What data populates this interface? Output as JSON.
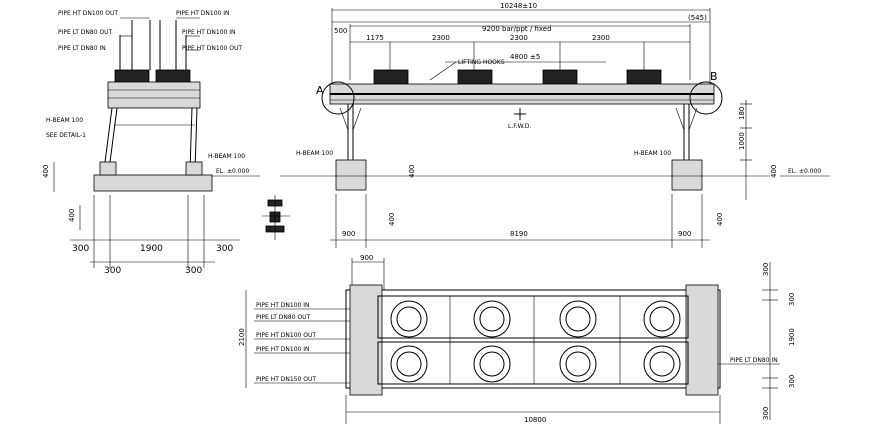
{
  "side_view": {
    "labels": {
      "pipe_ht_dn100_out": "PIPE HT DN100 OUT",
      "pipe_ht_dn100_in": "PIPE HT DN100 IN",
      "pipe_lt_dn80_out": "PIPE LT DN80 OUT",
      "pipe_lt_dn80_in": "PIPE LT DN80 IN",
      "pipe_ht_dn100_in_2": "PIPE HT DN100 IN",
      "pipe_ht_dn100_out_2": "PIPE HT DN100 OUT",
      "h_beam_left": "H-BEAM 100",
      "see_detail": "SEE DETAIL-1",
      "h_beam_right": "H-BEAM 100",
      "elevation": "EL. ±0.000"
    },
    "dims": {
      "d400": "400",
      "d300_left": "300",
      "d1900": "1900",
      "d300_right": "300",
      "d300_bottom_left": "300",
      "d300_bottom_right": "300"
    }
  },
  "front_view": {
    "dims": {
      "overall": "10248±10",
      "d545": "(545)",
      "d500": "500",
      "fixed": "9200 bar/ppt / fixed",
      "d1175": "1175",
      "d2300a": "2300",
      "d2300b": "2300",
      "d2300c": "2300",
      "d4800": "4800 ±5",
      "d900_left": "900",
      "d8190": "8190",
      "d900_right": "900",
      "d400_a": "400",
      "d400_b": "400",
      "d400_c": "400",
      "d400_d": "400",
      "d180": "180",
      "d1000": "1000"
    },
    "labels": {
      "lifting_hooks": "LIFTING HOOKS",
      "point_a": "A",
      "point_b": "B",
      "lfwd": "L.F.W.D.",
      "h_beam_left": "H-BEAM 100",
      "h_beam_right": "H-BEAM 100",
      "elevation": "EL. ±0.000"
    }
  },
  "plan_view": {
    "labels": {
      "pipe_ht_dn100_in": "PIPE HT DN100 IN",
      "pipe_lt_dn80_out": "PIPE LT DN80 OUT",
      "pipe_ht_dn100_out": "PIPE HT DN100 OUT",
      "pipe_ht_dn100_in_2": "PIPE HT DN100 IN",
      "pipe_ht_dn150_out": "PIPE HT DN150 OUT",
      "pipe_lt_dn80_in": "PIPE LT DN80 IN"
    },
    "dims": {
      "d900_top": "900",
      "d2100": "2100",
      "d10800": "10800",
      "d300_a": "300",
      "d300_b": "300",
      "d1900": "1900",
      "d300_c": "300",
      "d300_d": "300"
    }
  }
}
